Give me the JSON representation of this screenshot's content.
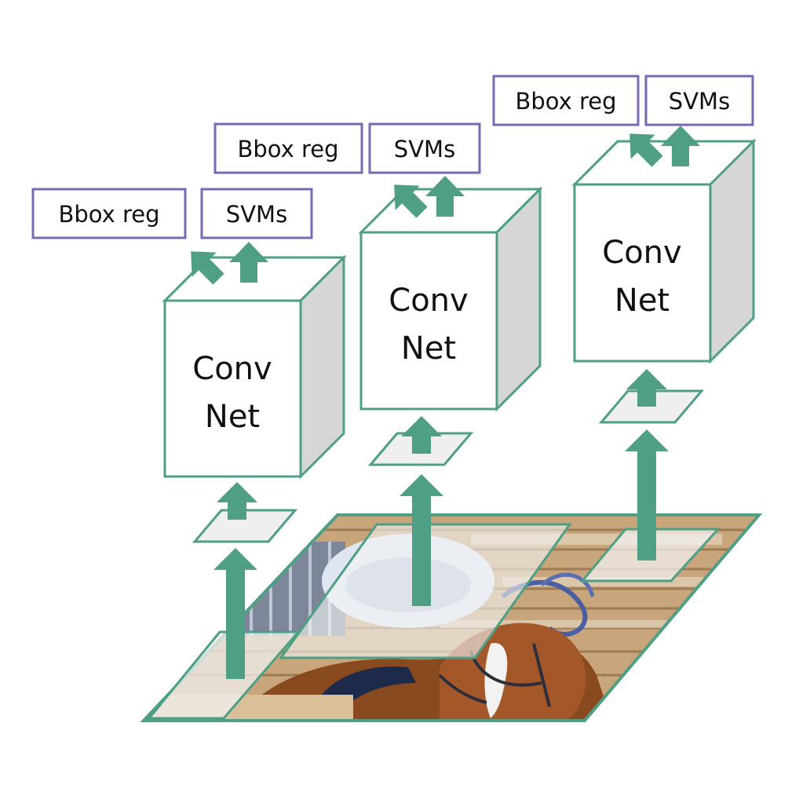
{
  "colors": {
    "accent": "#4f9f85",
    "box_outline": "#7b68b3",
    "cube_edge": "#4f9f85",
    "cube_side": "#d6d6d6",
    "region_fill": "#efefef",
    "background": "#ffffff"
  },
  "image_content": "photo of a horse with a rope halter on a wooden floor",
  "columns": [
    {
      "id": "left",
      "convnet": {
        "line1": "Conv",
        "line2": "Net"
      },
      "bbox_label": "Bbox reg",
      "svm_label": "SVMs"
    },
    {
      "id": "middle",
      "convnet": {
        "line1": "Conv",
        "line2": "Net"
      },
      "bbox_label": "Bbox reg",
      "svm_label": "SVMs"
    },
    {
      "id": "right",
      "convnet": {
        "line1": "Conv",
        "line2": "Net"
      },
      "bbox_label": "Bbox reg",
      "svm_label": "SVMs"
    }
  ]
}
